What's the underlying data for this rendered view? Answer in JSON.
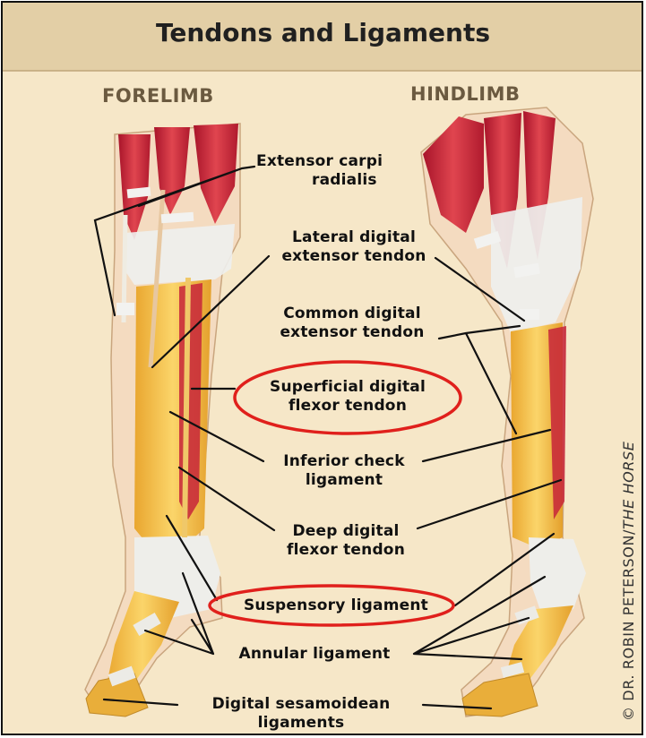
{
  "title": "Tendons and Ligaments",
  "columns": {
    "left": "FORELIMB",
    "right": "HINDLIMB"
  },
  "labels": {
    "extensor_carpi": [
      "Extensor carpi",
      "radialis"
    ],
    "lateral_digital": [
      "Lateral digital",
      "extensor tendon"
    ],
    "common_digital": [
      "Common digital",
      "extensor tendon"
    ],
    "superficial_digital": [
      "Superficial digital",
      "flexor tendon"
    ],
    "inferior_check": [
      "Inferior check",
      "ligament"
    ],
    "deep_digital": [
      "Deep digital",
      "flexor tendon"
    ],
    "suspensory": [
      "Suspensory ligament"
    ],
    "annular": [
      "Annular ligament"
    ],
    "digital_sesamoidean": [
      "Digital sesamoidean",
      "ligaments"
    ]
  },
  "highlighted": [
    "superficial_digital",
    "suspensory"
  ],
  "highlight_color": "#e0201c",
  "credit": {
    "prefix": "© DR. ROBIN PETERSON/",
    "italic": "THE HORSE"
  },
  "colors": {
    "background": "#f6e7c8",
    "title_band": "#e3cfa6",
    "muscle": "#c8283a",
    "bone": "#f2c04a",
    "tendon": "#efe9dc",
    "frame": "#111111"
  }
}
